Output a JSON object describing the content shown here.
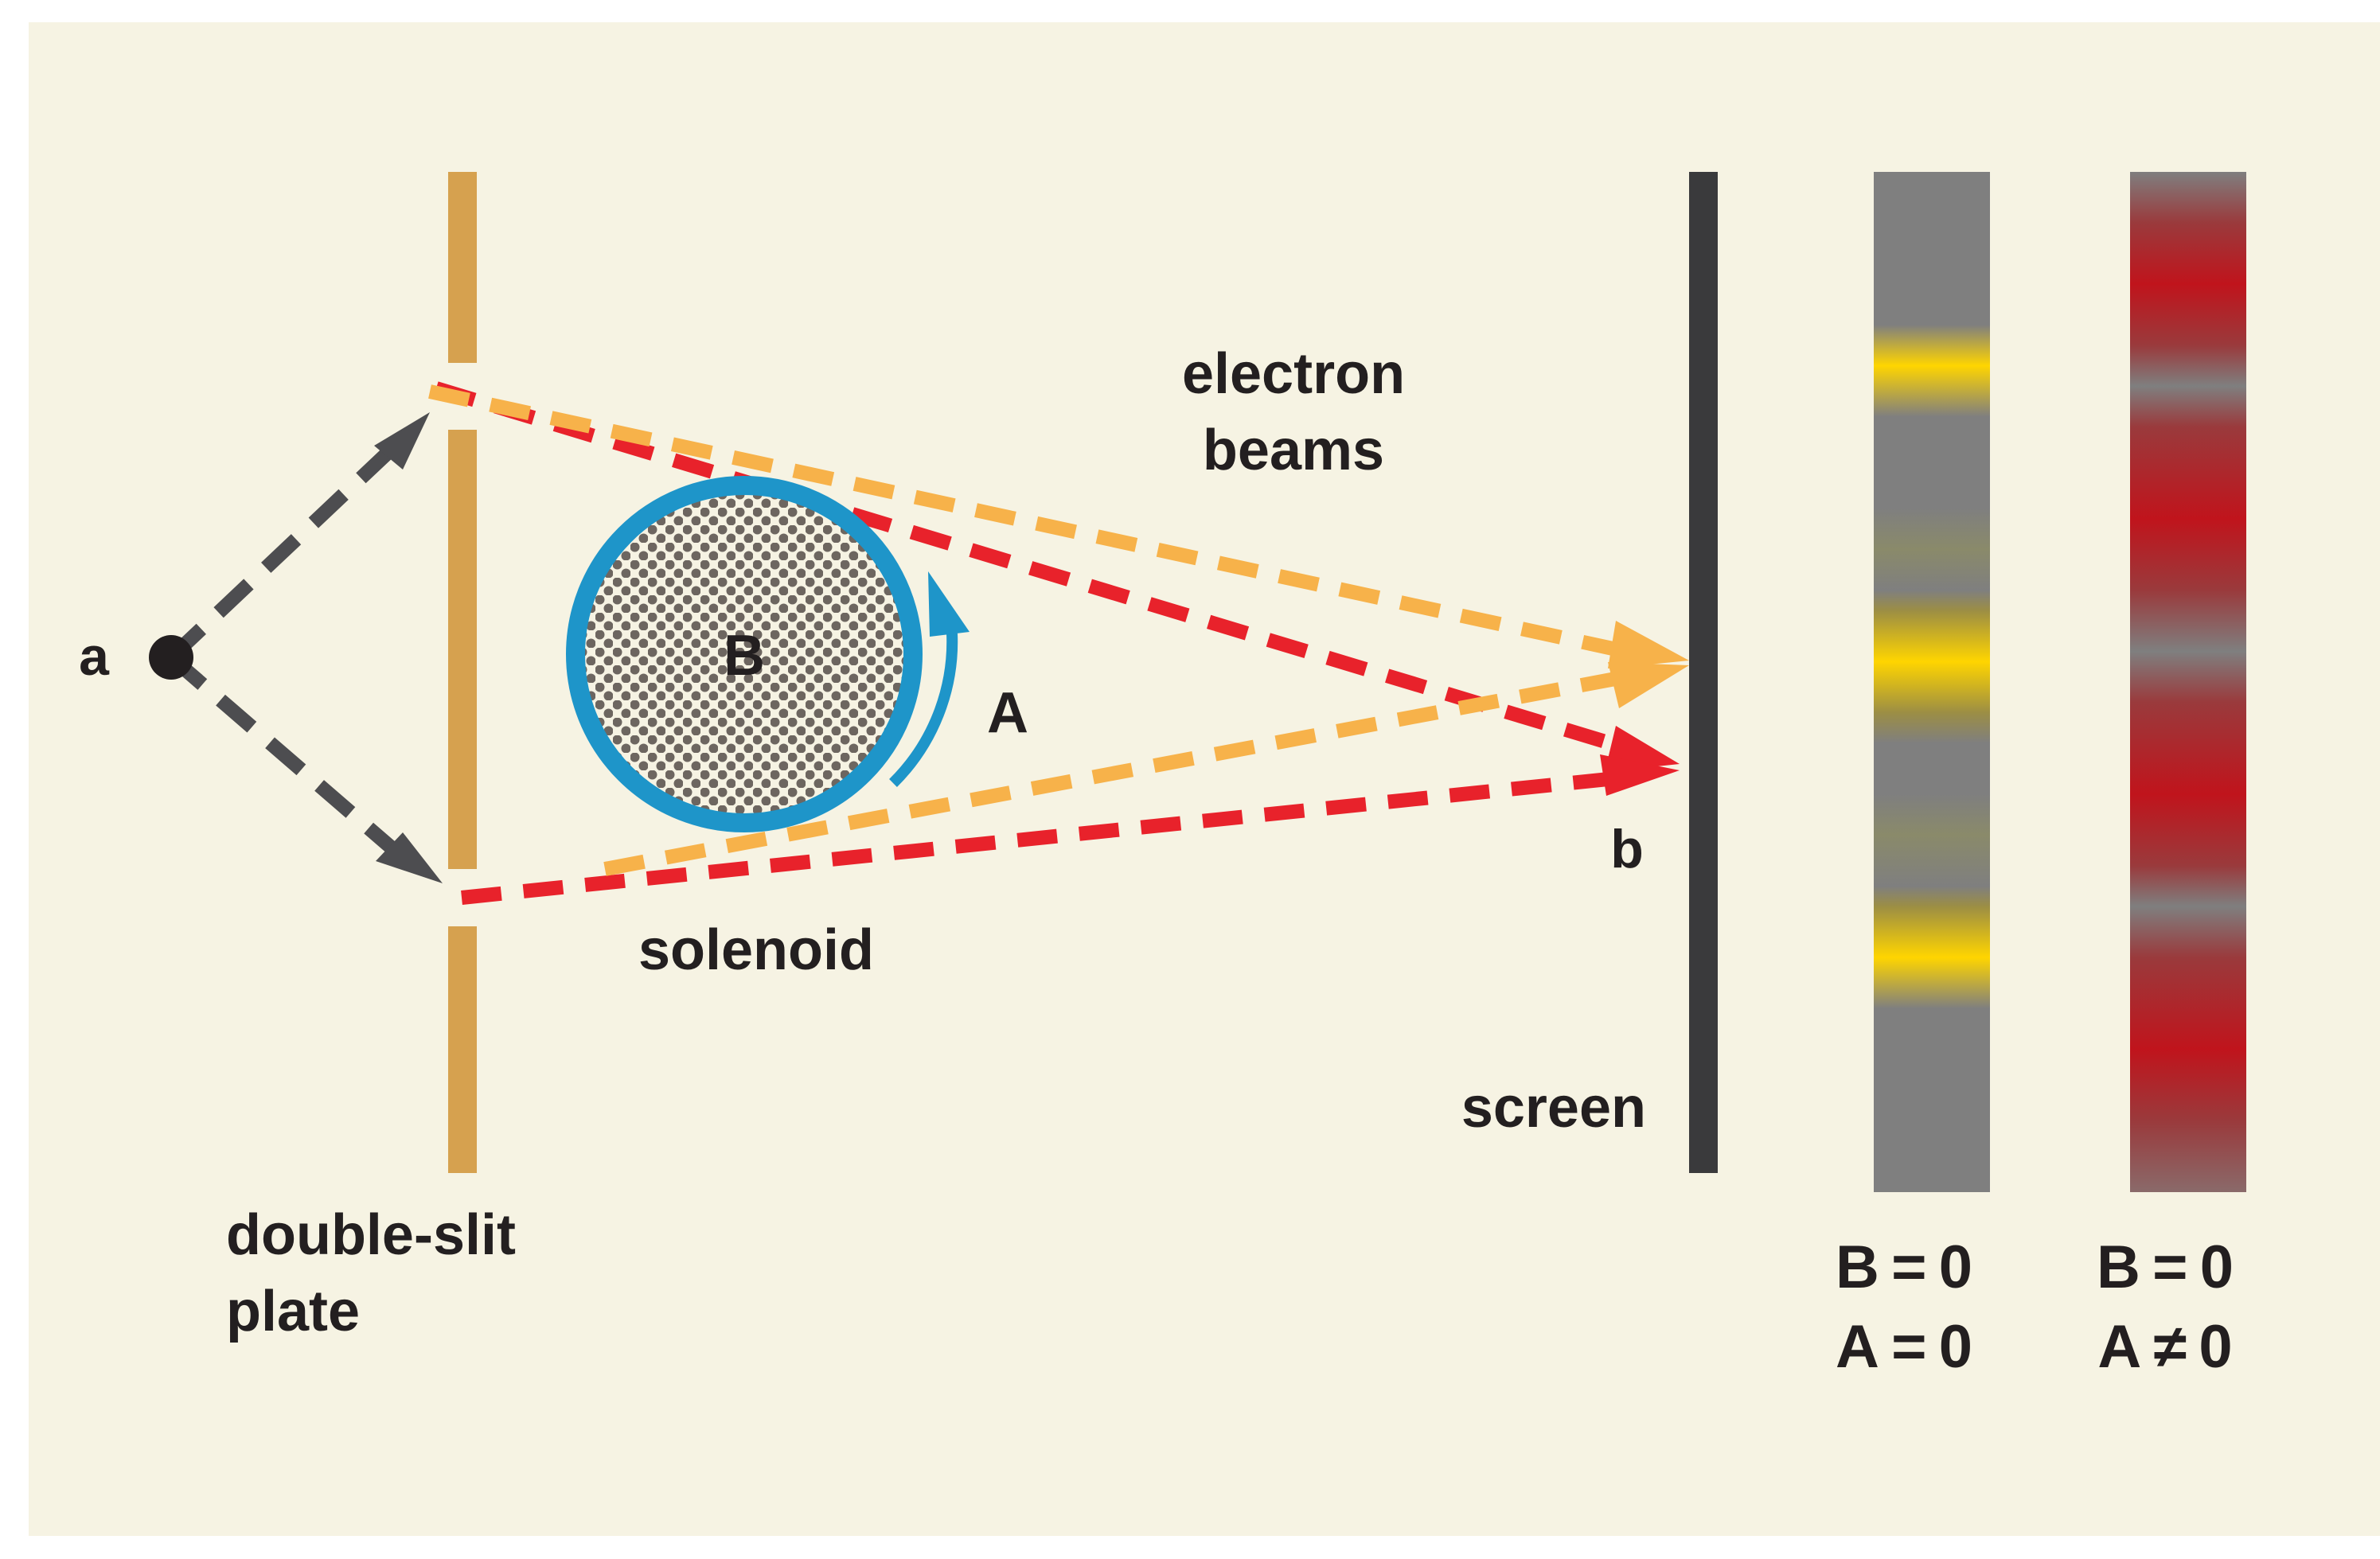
{
  "labels": {
    "source": "a",
    "target": "b",
    "solenoid_field": "B",
    "vector_potential": "A",
    "electron_beams_line1": "electron",
    "electron_beams_line2": "beams",
    "solenoid": "solenoid",
    "screen": "screen",
    "plate_line1": "double-slit",
    "plate_line2": "plate"
  },
  "patterns": [
    {
      "line1": "B = 0",
      "line2": "A = 0",
      "fringe_color": "#ffd500",
      "base_color": "#7f7f7f"
    },
    {
      "line1": "B = 0",
      "line2": "A ≠ 0",
      "fringe_color": "#c0141c",
      "base_color": "#7f7f7f"
    }
  ],
  "colors": {
    "background": "#f6f3e3",
    "plate": "#d6a14f",
    "screen": "#3a3a3c",
    "source_arrows": "#4d4d50",
    "beam_orange": "#f7b24a",
    "beam_red": "#e8222b",
    "solenoid_ring": "#1e95c9",
    "solenoid_dots": "#6d6660"
  }
}
